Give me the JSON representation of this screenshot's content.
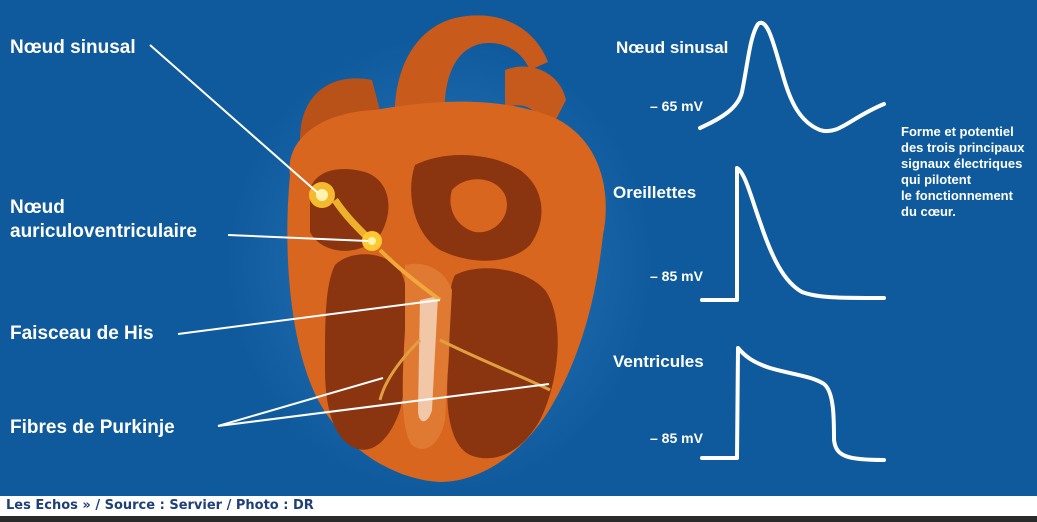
{
  "labels": {
    "sinus_node": "Nœud sinusal",
    "av_node_line1": "Nœud",
    "av_node_line2": "auriculoventriculaire",
    "his_bundle": "Faisceau de His",
    "purkinje": "Fibres de Purkinje"
  },
  "signals": {
    "sinus_title": "Nœud sinusal",
    "sinus_mv": "– 65 mV",
    "atria_title": "Oreillettes",
    "atria_mv": "– 85 mV",
    "ventricles_title": "Ventricules",
    "ventricles_mv": "– 85 mV"
  },
  "description": [
    "Forme et potentiel",
    "des trois principaux",
    "signaux électriques",
    "qui pilotent",
    "le fonctionnement",
    "du cœur."
  ],
  "footer": "Les Echos » / Source : Servier / Photo : DR",
  "colors": {
    "background": "#0f5a9c",
    "heart": "#d8661f",
    "text": "#ffffff",
    "node_glow": "#ffc830"
  }
}
